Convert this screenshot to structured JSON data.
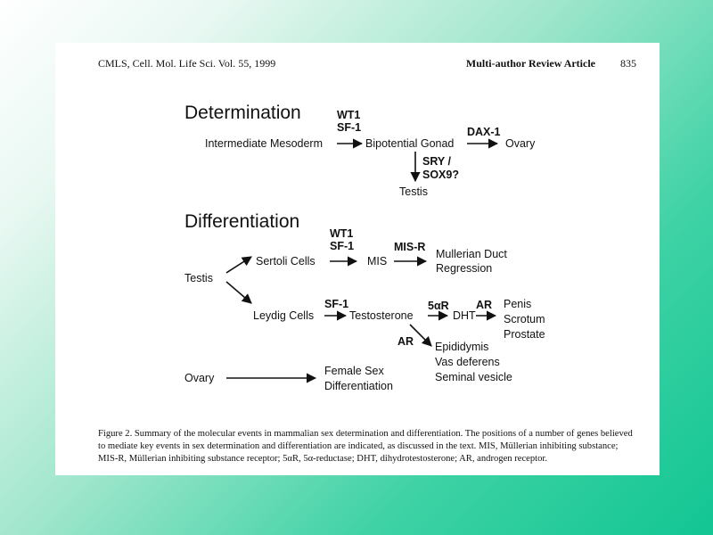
{
  "header": {
    "journal": "CMLS, Cell. Mol. Life Sci.   Vol. 55, 1999",
    "article_type": "Multi-author Review Article",
    "page_number": "835"
  },
  "determination": {
    "heading": "Determination",
    "intermediate_mesoderm": "Intermediate Mesoderm",
    "genes_1_line1": "WT1",
    "genes_1_line2": "SF-1",
    "bipotential_gonad": "Bipotential Gonad",
    "dax1": "DAX-1",
    "ovary": "Ovary",
    "sry_line1": "SRY /",
    "sry_line2": "SOX9?",
    "testis": "Testis"
  },
  "differentiation": {
    "heading": "Differentiation",
    "testis": "Testis",
    "sertoli_cells": "Sertoli Cells",
    "genes_2_line1": "WT1",
    "genes_2_line2": "SF-1",
    "mis": "MIS",
    "mis_r": "MIS-R",
    "mullerian_line1": "Mullerian Duct",
    "mullerian_line2": "Regression",
    "leydig_cells": "Leydig Cells",
    "sf1": "SF-1",
    "testosterone": "Testosterone",
    "five_alpha_r": "5αR",
    "dht": "DHT",
    "ar_1": "AR",
    "penis": "Penis",
    "scrotum": "Scrotum",
    "prostate": "Prostate",
    "ar_2": "AR",
    "epididymis": "Epididymis",
    "vas_deferens": "Vas deferens",
    "seminal_vesicle": "Seminal vesicle",
    "ovary": "Ovary",
    "female_line1": "Female Sex",
    "female_line2": "Differentiation"
  },
  "caption": "Figure 2. Summary of the molecular events in mammalian sex determination and differentiation. The positions of a number of genes believed to mediate key events in sex determination and differentiation are indicated, as discussed in the text. MIS, Müllerian inhibiting substance; MIS-R, Müllerian inhibiting substance receptor; 5αR, 5α-reductase; DHT, dihydrotestosterone; AR, androgen receptor."
}
